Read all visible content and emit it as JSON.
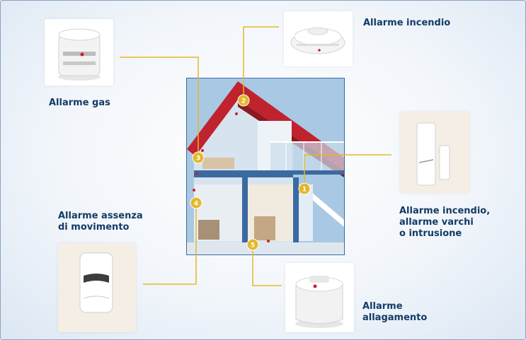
{
  "labels": {
    "gas": "Allarme gas",
    "fire": "Allarme incendio",
    "motion_line1": "Allarme assenza",
    "motion_line2": "di movimento",
    "intrusion_line1": "Allarme incendio,",
    "intrusion_line2": "allarme varchi",
    "intrusion_line3": "o intrusione",
    "flood_line1": "Allarme",
    "flood_line2": "allagamento"
  },
  "markers": [
    "1",
    "2",
    "3",
    "4",
    "5"
  ],
  "colors": {
    "label_text": "#143b66",
    "leader_line": "#e3b82a",
    "marker_fill": "#e3b82a",
    "roof": "#c0222e",
    "house_frame": "#3b6aa1"
  },
  "icons": [
    "gas-detector-icon",
    "smoke-detector-icon",
    "motion-sensor-icon",
    "door-contact-icon",
    "flood-detector-icon"
  ]
}
